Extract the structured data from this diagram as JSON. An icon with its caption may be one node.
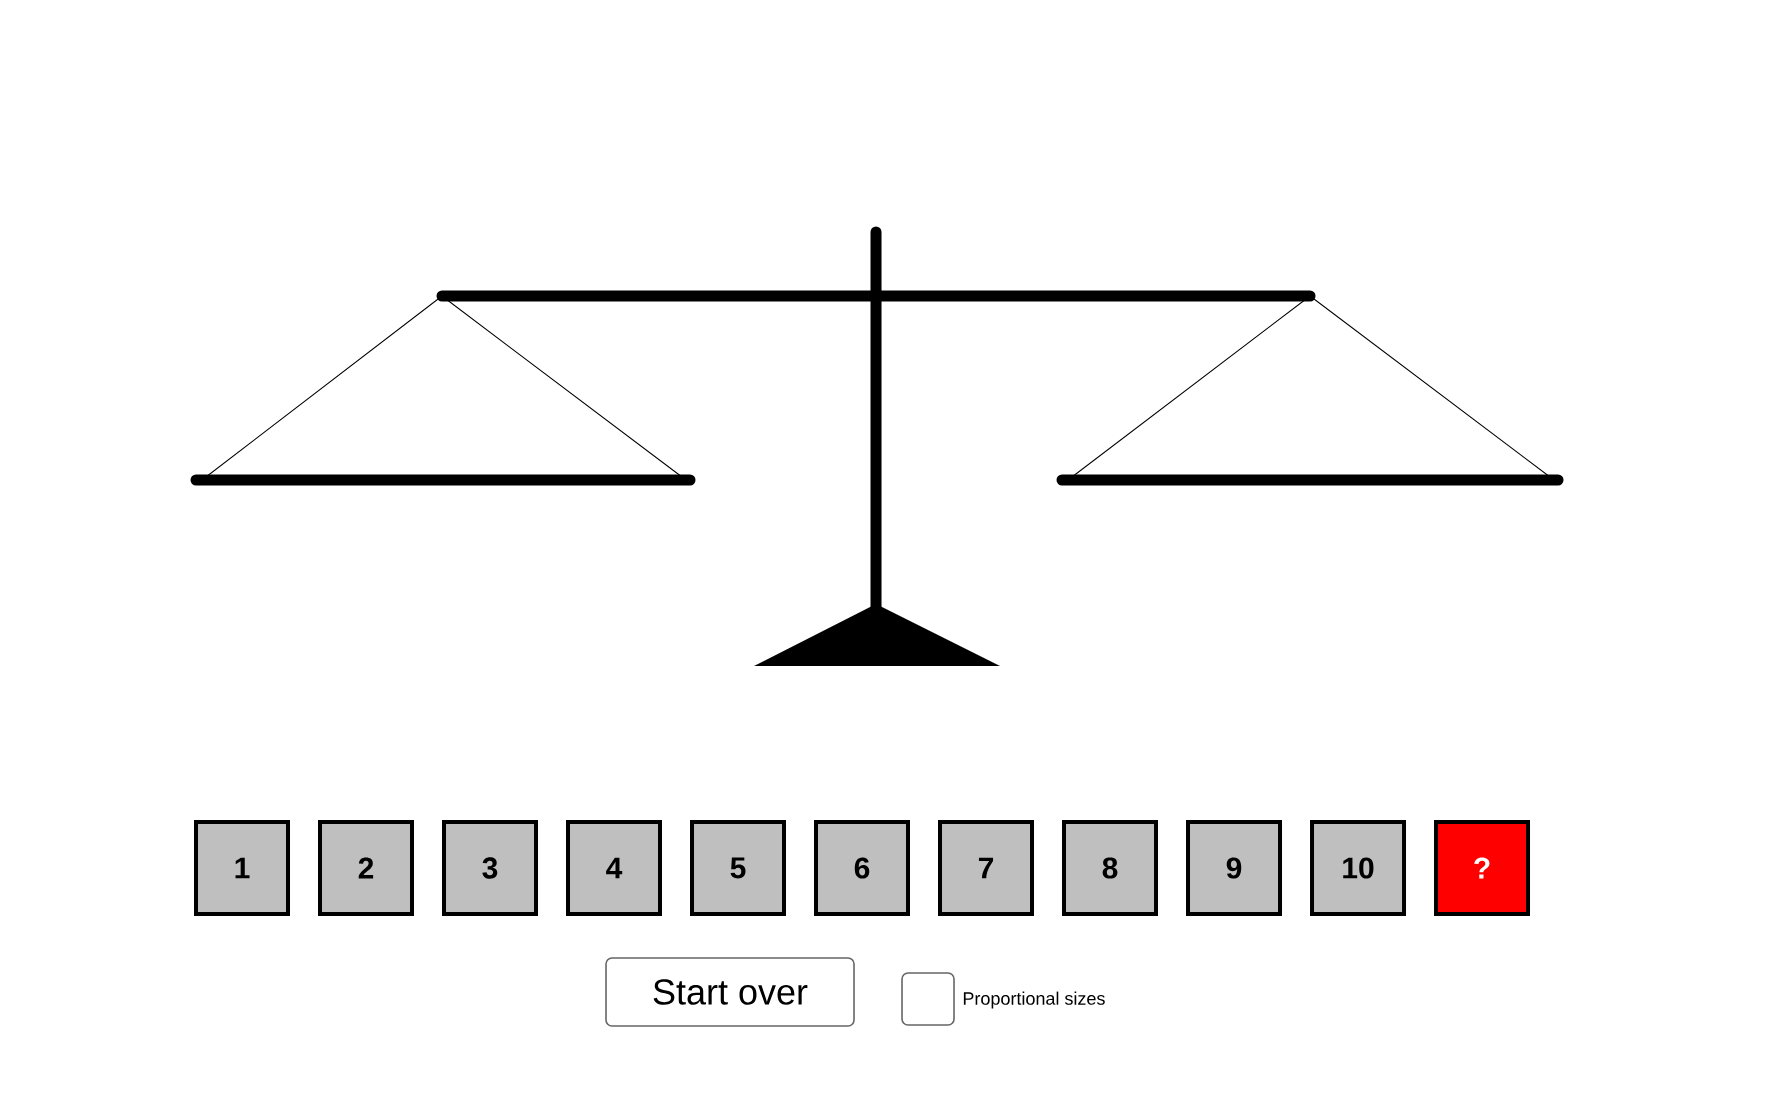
{
  "diagram": {
    "nodes": [
      {
        "text": [
          "1"
        ]
      },
      {
        "text": [
          "2"
        ]
      },
      {
        "text": [
          "3"
        ]
      },
      {
        "text": [
          "4"
        ]
      },
      {
        "text": [
          "5"
        ]
      },
      {
        "text": [
          "6"
        ]
      },
      {
        "text": [
          "7"
        ]
      },
      {
        "text": [
          "8"
        ]
      },
      {
        "text": [
          "9"
        ]
      },
      {
        "text": [
          "10"
        ]
      },
      {
        "text": [
          "?"
        ]
      },
      {
        "text": [
          "Start over"
        ]
      },
      {
        "text": [],
        "shape": "box",
        "beside": [
          "Proportional sizes"
        ]
      }
    ]
  }
}
